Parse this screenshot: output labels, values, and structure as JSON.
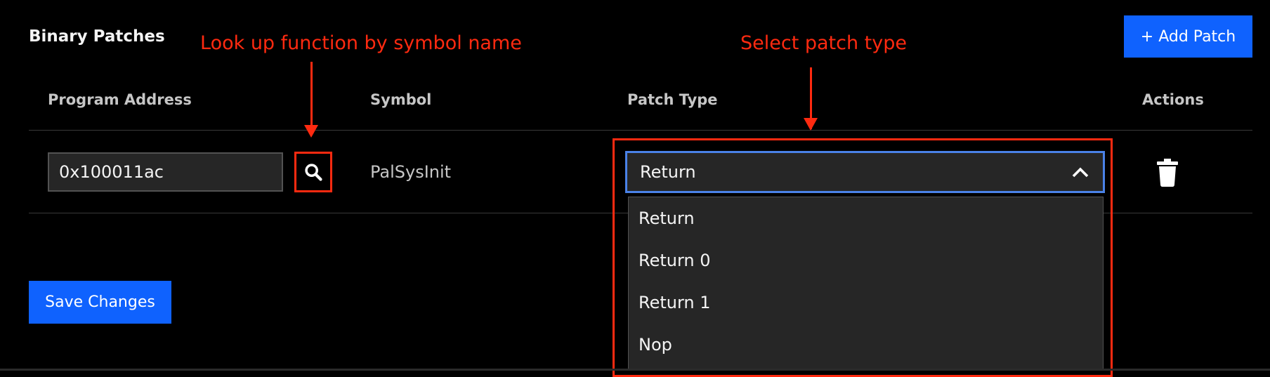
{
  "section": {
    "title": "Binary Patches",
    "add_button": "+ Add Patch"
  },
  "table": {
    "headers": [
      "Program Address",
      "Symbol",
      "Patch Type",
      "Actions"
    ],
    "rows": [
      {
        "address": "0x100011ac",
        "symbol": "PalSysInit",
        "patch_type": "Return"
      }
    ]
  },
  "patch_type_menu": {
    "options": [
      "Return",
      "Return 0",
      "Return 1",
      "Nop"
    ]
  },
  "footer": {
    "save_button": "Save Changes"
  },
  "annotations": {
    "lookup": "Look up function by symbol name",
    "select": "Select patch type"
  },
  "icons": {
    "search": "search-icon",
    "chevron": "chevron-up-icon",
    "trash": "trash-icon"
  },
  "colors": {
    "accent": "#0f62fe",
    "annotation": "#ff2a10",
    "focus": "#4a82e8"
  }
}
